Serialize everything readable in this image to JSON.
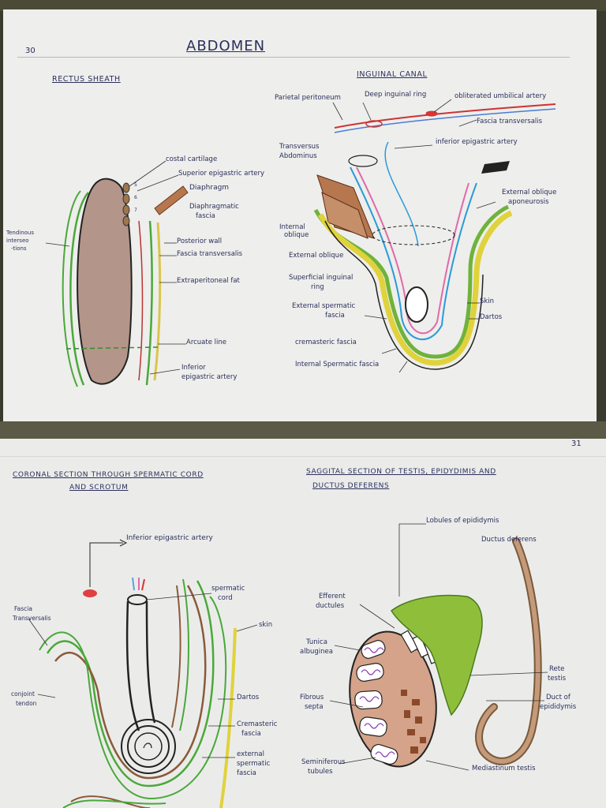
{
  "page1": {
    "page_number": "30",
    "title": "ABDOMEN",
    "rectus": {
      "heading": "RECTUS SHEATH",
      "labels": {
        "costal": "costal cartilage",
        "sup_epi": "Superior epigastric artery",
        "diaphragm": "Diaphragm",
        "diaph_fascia_1": "Diaphragmatic",
        "diaph_fascia_2": "fascia",
        "tendinous_1": "Tendinous",
        "tendinous_2": "interseo",
        "tendinous_3": "-tions",
        "posterior": "Posterior wall",
        "fascia_trans": "Fascia transversalis",
        "extraperitoneal": "Extraperitoneal fat",
        "arcuate": "Arcuate line",
        "inf_epi_1": "Inferior",
        "inf_epi_2": "epigastric artery",
        "ribs": [
          "5",
          "6",
          "7"
        ]
      }
    },
    "inguinal": {
      "heading": "INGUINAL CANAL",
      "labels": {
        "parietal": "Parietal peritoneum",
        "deep_ring": "Deep inguinal ring",
        "obliterated": "obliterated umbilical artery",
        "fascia_trans": "Fascia transversalis",
        "inf_epi": "inferior epigastric artery",
        "transversus_1": "Transversus",
        "transversus_2": "Abdominus",
        "ext_obl_apo_1": "External oblique",
        "ext_obl_apo_2": "aponeurosis",
        "internal_1": "Internal",
        "internal_2": "oblique",
        "external_obl": "External oblique",
        "superficial_1": "Superficial inguinal",
        "superficial_2": "ring",
        "skin": "Skin",
        "dartos": "Dartos",
        "ext_sperm_1": "External spermatic",
        "ext_sperm_2": "fascia",
        "cremasteric": "cremasteric fascia",
        "int_sperm": "Internal Spermatic fascia"
      }
    }
  },
  "page2": {
    "page_number": "31",
    "coronal": {
      "heading_1": "CORONAL SECTION THROUGH SPERMATIC CORD",
      "heading_2": "AND SCROTUM",
      "labels": {
        "inf_epi": "Inferior epigastric artery",
        "sperm_cord_1": "spermatic",
        "sperm_cord_2": "cord",
        "fascia_trans_1": "Fascia",
        "fascia_trans_2": "Transversalis",
        "skin": "skin",
        "conjoint_1": "conjoint",
        "conjoint_2": "tendon",
        "dartos": "Dartos",
        "cremasteric_1": "Cremasteric",
        "cremasteric_2": "fascia",
        "external_1": "external",
        "external_2": "spermatic",
        "external_3": "fascia"
      }
    },
    "sagittal": {
      "heading_1": "SAGGITAL SECTION OF TESTIS, EPIDYDIMIS AND",
      "heading_2": "DUCTUS DEFERENS",
      "labels": {
        "lobules": "Lobules of epididymis",
        "ductus": "Ductus deferens",
        "efferent_1": "Efferent",
        "efferent_2": "ductules",
        "tunica_1": "Tunica",
        "tunica_2": "albuginea",
        "fibrous_1": "Fibrous",
        "fibrous_2": "septa",
        "seminiferous_1": "Seminiferous",
        "seminiferous_2": "tubules",
        "rete_1": "Rete",
        "rete_2": "testis",
        "duct_epi_1": "Duct of",
        "duct_epi_2": "epididymis",
        "mediastinum": "Mediastinum testis"
      }
    }
  }
}
